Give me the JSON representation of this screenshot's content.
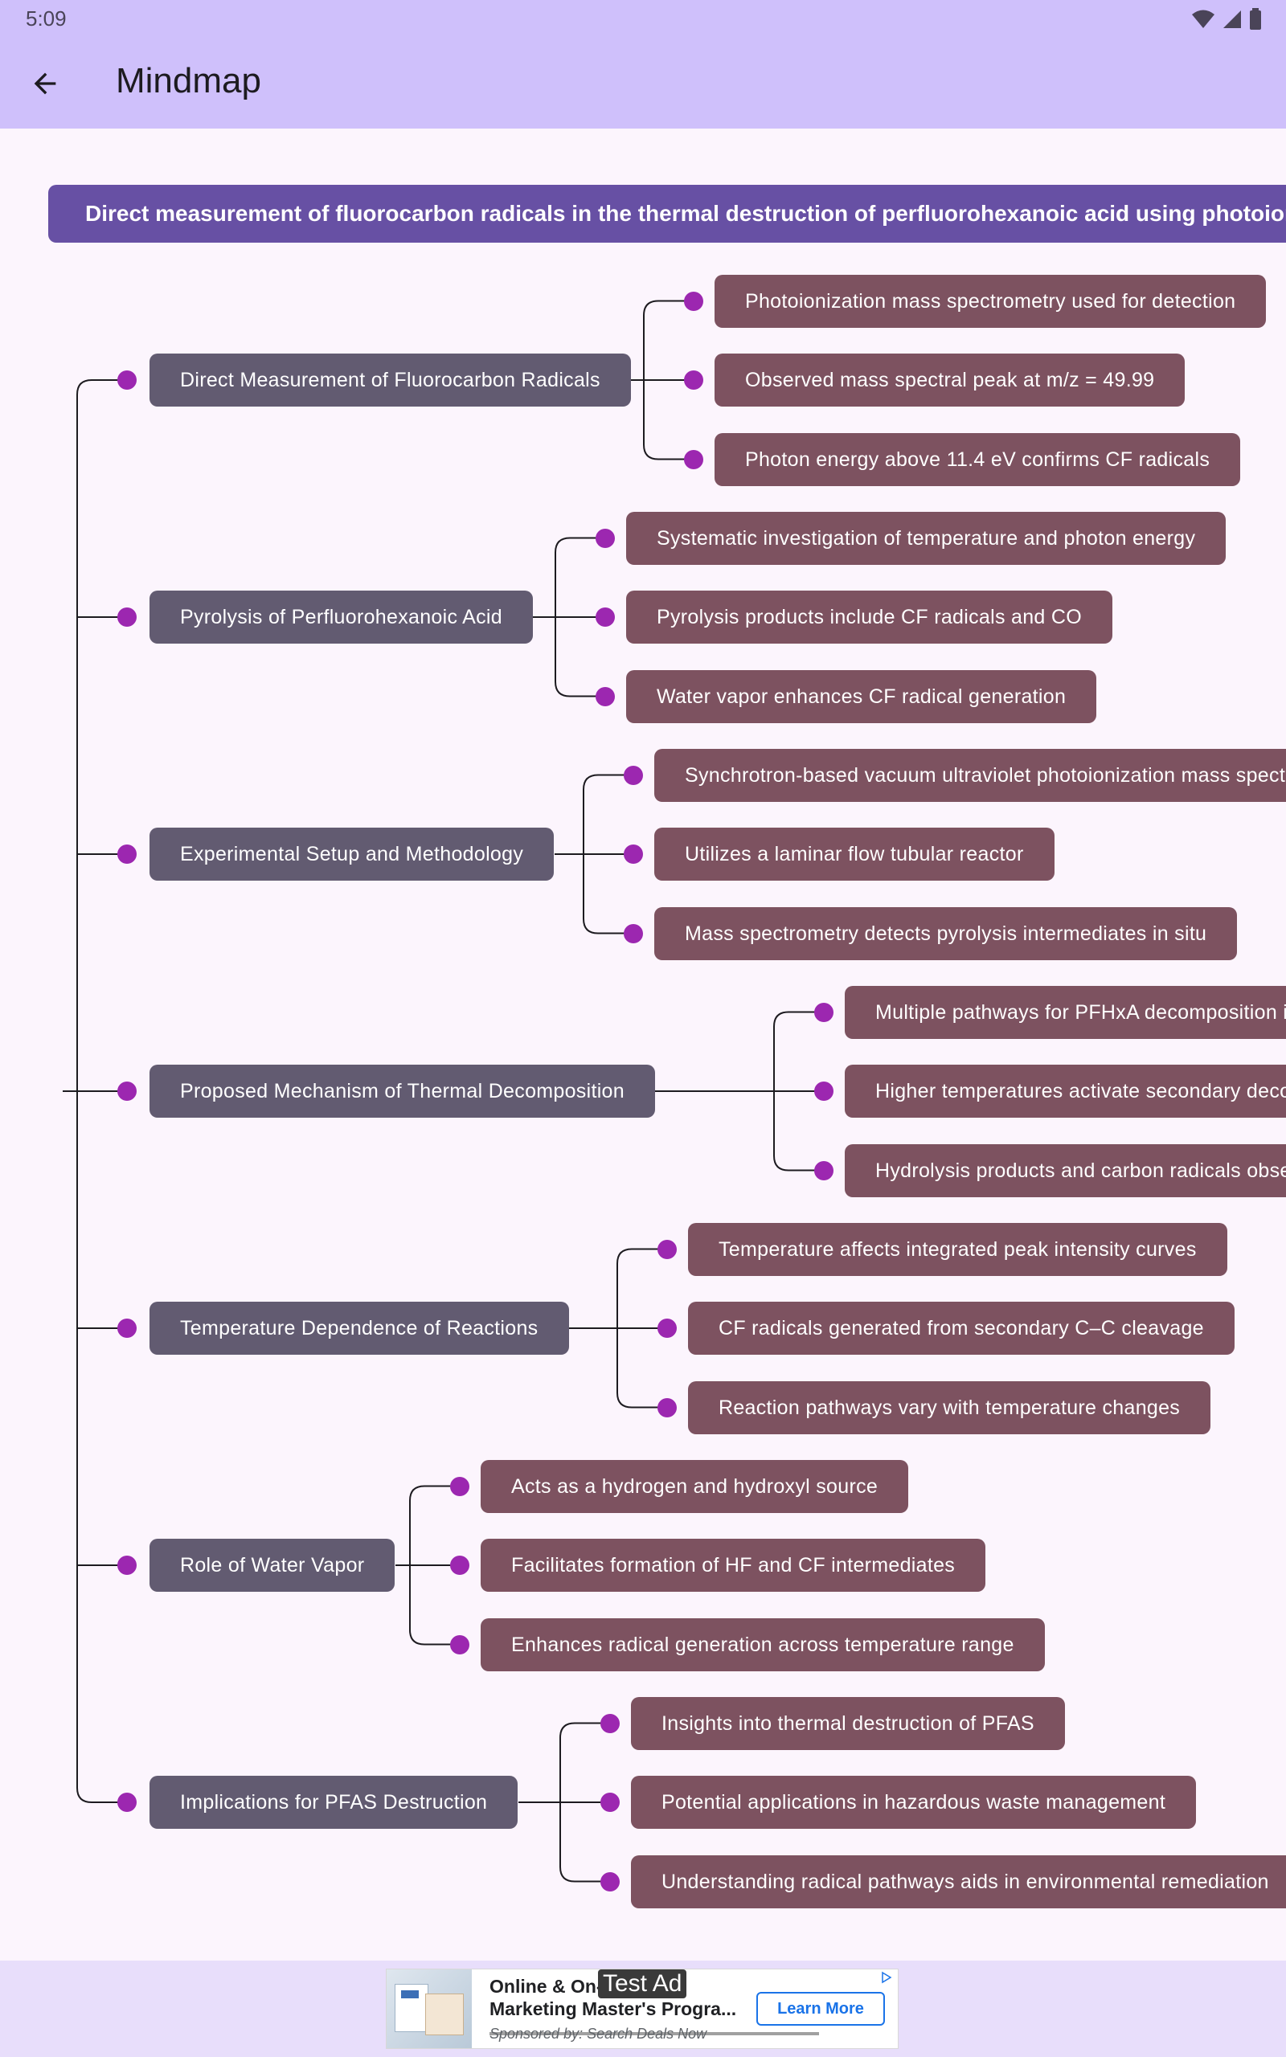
{
  "status": {
    "time": "5:09"
  },
  "app_bar": {
    "title": "Mindmap"
  },
  "mindmap": {
    "root": "Direct measurement of fluorocarbon radicals in the thermal destruction of perfluorohexanoic acid using photoionization mass spectrometry",
    "branches": [
      {
        "label": "Direct Measurement of Fluorocarbon Radicals",
        "children": [
          "Photoionization mass spectrometry used for detection",
          "Observed mass spectral peak at m/z = 49.99",
          "Photon energy above 11.4 eV confirms CF radicals"
        ]
      },
      {
        "label": "Pyrolysis of Perfluorohexanoic Acid",
        "children": [
          "Systematic investigation of temperature and photon energy",
          "Pyrolysis products include CF radicals and CO",
          "Water vapor enhances CF radical generation"
        ]
      },
      {
        "label": "Experimental Setup and Methodology",
        "children": [
          "Synchrotron-based vacuum ultraviolet photoionization mass spectrometry",
          "Utilizes a laminar flow tubular reactor",
          "Mass spectrometry detects pyrolysis intermediates in situ"
        ]
      },
      {
        "label": "Proposed Mechanism of Thermal Decomposition",
        "children": [
          "Multiple pathways for PFHxA decomposition identified",
          "Higher temperatures activate secondary decomposition",
          "Hydrolysis products and carbon radicals observed"
        ]
      },
      {
        "label": "Temperature Dependence of Reactions",
        "children": [
          "Temperature affects integrated peak intensity curves",
          "CF radicals generated from secondary C–C cleavage",
          "Reaction pathways vary with temperature changes"
        ]
      },
      {
        "label": "Role of Water Vapor",
        "children": [
          "Acts as a hydrogen and hydroxyl source",
          "Facilitates formation of HF and CF intermediates",
          "Enhances radical generation across temperature range"
        ]
      },
      {
        "label": "Implications for PFAS Destruction",
        "children": [
          "Insights into thermal destruction of PFAS",
          "Potential applications in hazardous waste management",
          "Understanding radical pathways aids in environmental remediation"
        ]
      }
    ]
  },
  "ad": {
    "label": "Test Ad",
    "line1": "Online & On-",
    "line2": "Marketing Master's Progra...",
    "sponsor": "Sponsored by: Search Deals Now",
    "cta": "Learn More"
  },
  "colors": {
    "app_bar": "#cfc0fb",
    "root_node": "#6750a4",
    "branch_node": "#625b71",
    "leaf_node": "#7d5260",
    "dot": "#9c27b0",
    "connector": "#1d1b20"
  }
}
